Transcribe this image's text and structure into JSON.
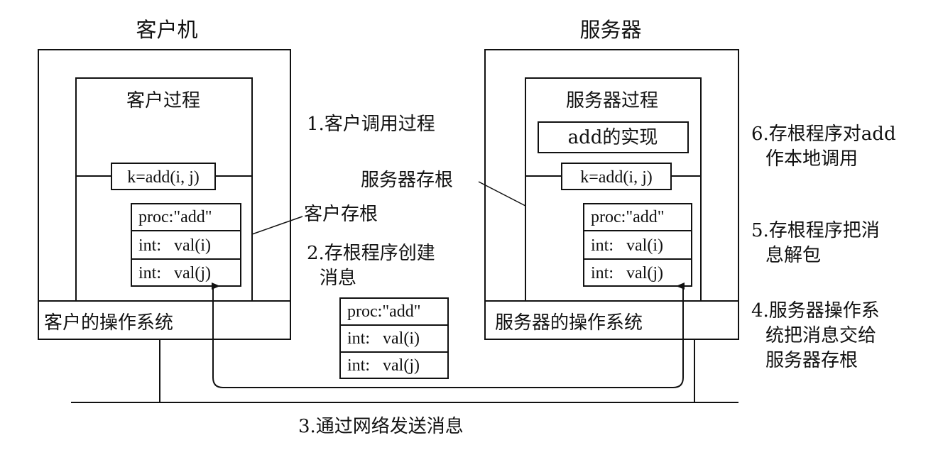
{
  "client": {
    "machine_title": "客户机",
    "process_label": "客户过程",
    "call_text": "k=add(i, j)",
    "os_label": "客户的操作系统",
    "stub_label": "客户存根",
    "message": [
      "proc:\"add\"",
      "int:   val(i)",
      "int:   val(j)"
    ]
  },
  "server": {
    "machine_title": "服务器",
    "process_label": "服务器过程",
    "impl_label": "add的实现",
    "call_text": "k=add(i, j)",
    "os_label": "服务器的操作系统",
    "stub_label": "服务器存根",
    "message": [
      "proc:\"add\"",
      "int:   val(i)",
      "int:   val(j)"
    ]
  },
  "network_message": [
    "proc:\"add\"",
    "int:   val(i)",
    "int:   val(j)"
  ],
  "steps": {
    "s1": "1.客户调用过程",
    "s2": [
      "2.存根程序创建",
      "消息"
    ],
    "s3": "3.通过网络发送消息",
    "s4": [
      "4.服务器操作系",
      "统把消息交给",
      "服务器存根"
    ],
    "s5": [
      "5.存根程序把消",
      "息解包"
    ],
    "s6": [
      "6.存根程序对add",
      "作本地调用"
    ]
  }
}
